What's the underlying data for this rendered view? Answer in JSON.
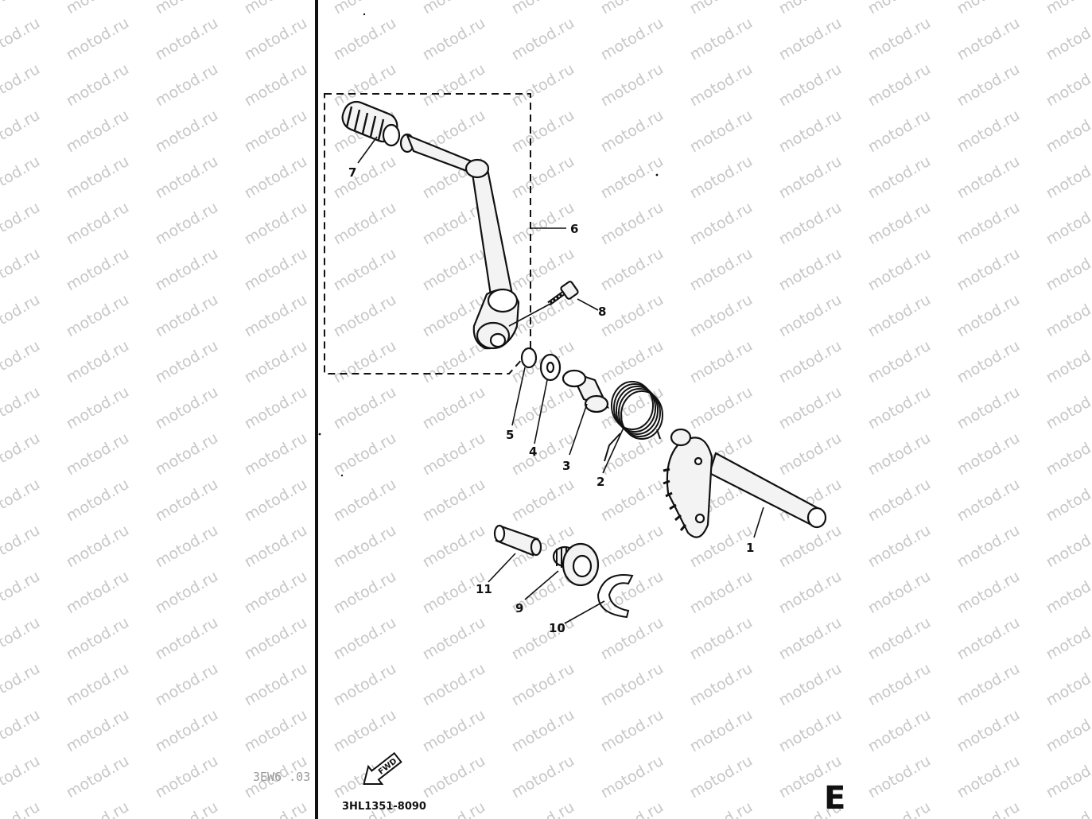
{
  "watermark": "motod.ru",
  "diagram_code": "3HL1351-8090",
  "section_letter": "E",
  "fwd_label": "FWD",
  "faint_text": "3EW6 .03",
  "callouts": [
    "1",
    "2",
    "3",
    "4",
    "5",
    "6",
    "7",
    "8",
    "9",
    "10",
    "11"
  ]
}
